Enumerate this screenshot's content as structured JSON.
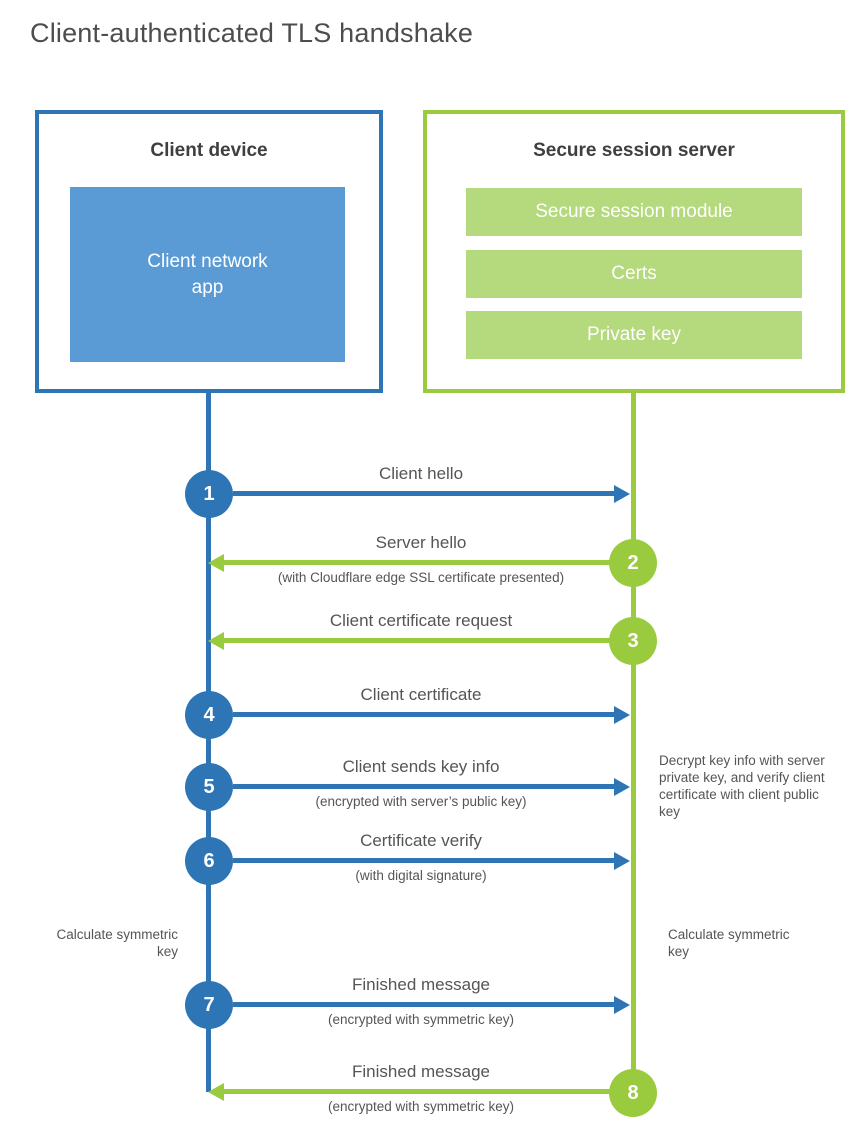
{
  "title": "Client-authenticated TLS handshake",
  "colors": {
    "client_accent": "#2e75b6",
    "client_fill": "#5b9bd5",
    "server_accent": "#9aca3e",
    "server_fill": "#b5d97d",
    "heading_text": "#3f3f3f",
    "label_text": "#555555",
    "title_text": "#4d4d4d"
  },
  "client": {
    "title": "Client device",
    "app_label": "Client network app"
  },
  "server": {
    "title": "Secure session server",
    "modules": [
      "Secure session module",
      "Certs",
      "Private key"
    ]
  },
  "steps": [
    {
      "number": "1",
      "from": "client",
      "to": "server",
      "label": "Client hello",
      "sublabel": ""
    },
    {
      "number": "2",
      "from": "server",
      "to": "client",
      "label": "Server hello",
      "sublabel": "(with Cloudflare edge SSL certificate presented)"
    },
    {
      "number": "3",
      "from": "server",
      "to": "client",
      "label": "Client certificate request",
      "sublabel": ""
    },
    {
      "number": "4",
      "from": "client",
      "to": "server",
      "label": "Client certificate",
      "sublabel": ""
    },
    {
      "number": "5",
      "from": "client",
      "to": "server",
      "label": "Client sends key info",
      "sublabel": "(encrypted with server’s public key)"
    },
    {
      "number": "6",
      "from": "client",
      "to": "server",
      "label": "Certificate verify",
      "sublabel": "(with digital signature)"
    },
    {
      "number": "7",
      "from": "client",
      "to": "server",
      "label": "Finished message",
      "sublabel": "(encrypted with symmetric key)"
    },
    {
      "number": "8",
      "from": "server",
      "to": "client",
      "label": "Finished message",
      "sublabel": "(encrypted with symmetric key)"
    }
  ],
  "annotations": {
    "server_note": "Decrypt key info with server private key, and verify client certificate with client public key",
    "client_calc": "Calculate symmetric key",
    "server_calc": "Calculate symmetric key"
  }
}
